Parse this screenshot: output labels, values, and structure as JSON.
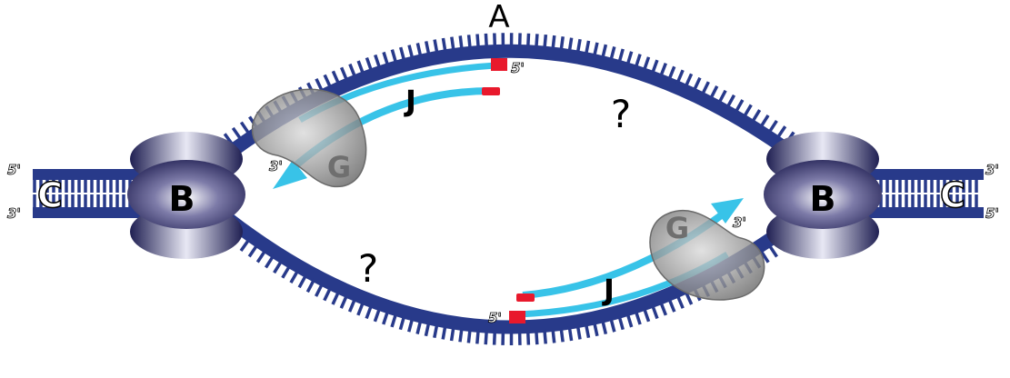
{
  "labels": {
    "A": "A",
    "B_left": "B",
    "B_right": "B",
    "C_left": "C",
    "C_right": "C",
    "G_top": "G",
    "G_bottom": "G",
    "J_top": "J",
    "J_bottom": "J",
    "q_top": "?",
    "q_bottom": "?"
  },
  "ends": {
    "left_top": "5'",
    "left_bottom": "3'",
    "right_top": "3'",
    "right_bottom": "5'",
    "primer_top": "5'",
    "arrow_top": "3'",
    "primer_bottom": "5'",
    "arrow_bottom": "3'"
  },
  "colors": {
    "dna": "#283a8a",
    "dna_dark": "#1d2c73",
    "new_strand": "#38c3e8",
    "primer": "#e8192c",
    "clamp_dark": "#262659",
    "clamp_light": "#ffffff",
    "enzyme": "#8c8c8c"
  }
}
